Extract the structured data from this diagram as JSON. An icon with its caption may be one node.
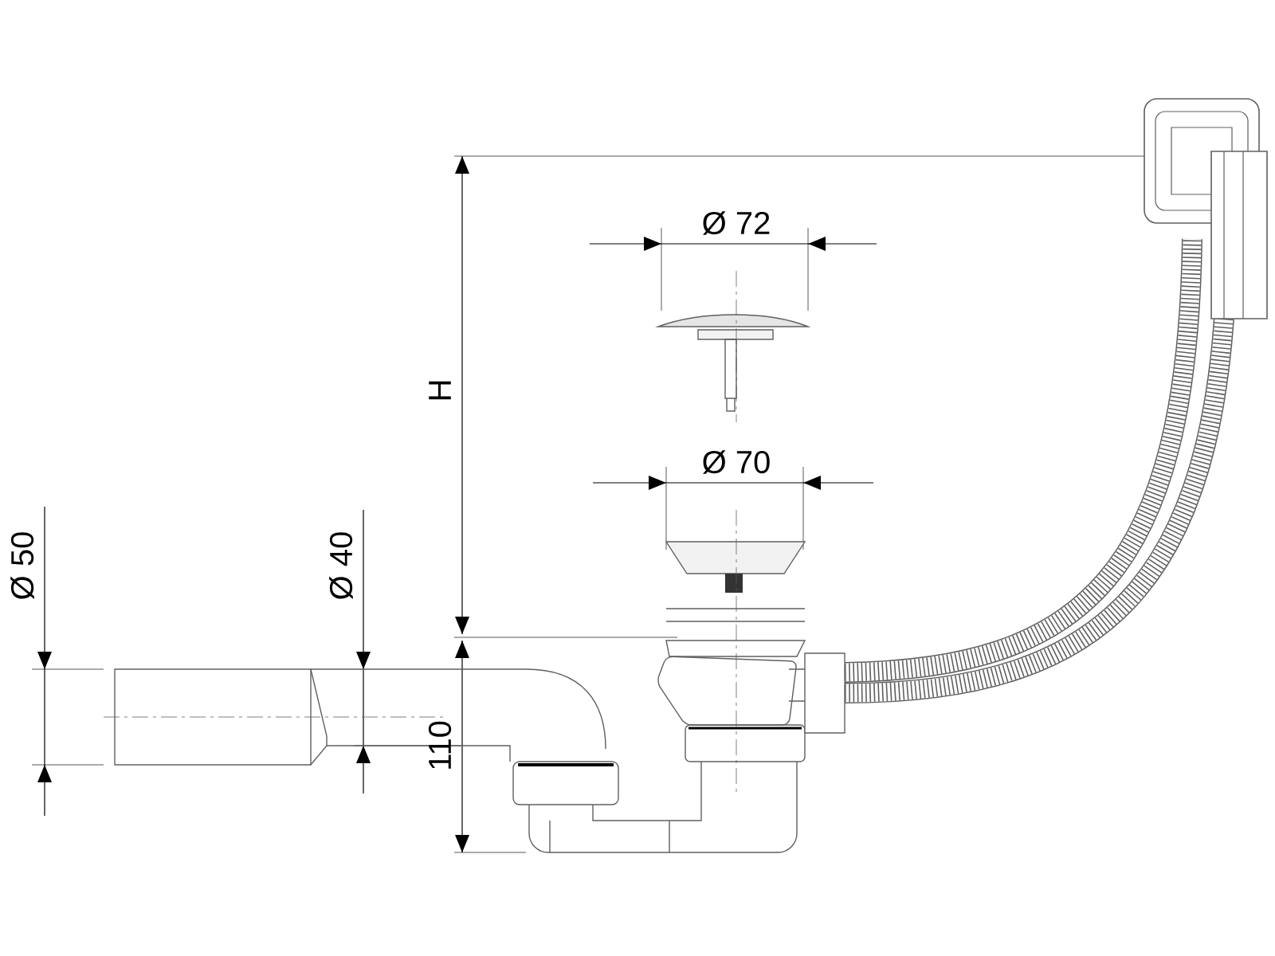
{
  "diagram": {
    "labels": [
      "Ø 72",
      "H",
      "Ø 70",
      "Ø 50",
      "Ø 40",
      "110"
    ]
  }
}
